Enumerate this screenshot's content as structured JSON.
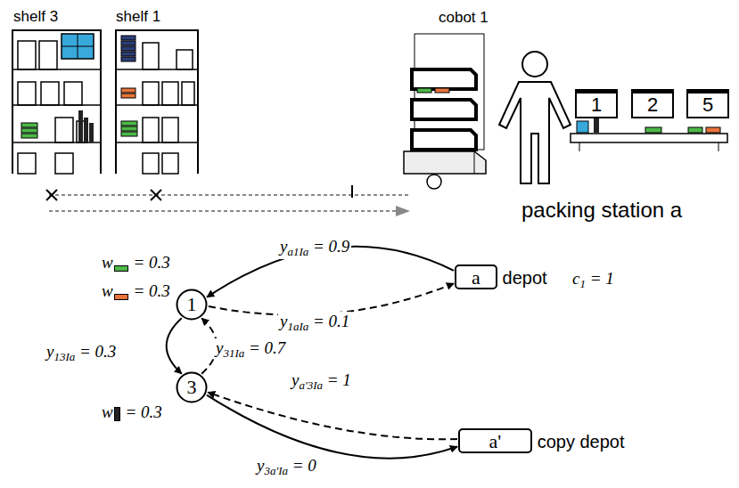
{
  "diagram": {
    "nodes": [
      {
        "text": [
          "1"
        ]
      },
      {
        "text": [
          "2"
        ]
      },
      {
        "text": [
          "5"
        ]
      },
      {
        "text": [
          "1"
        ]
      },
      {
        "text": [
          "a",
          "depot"
        ]
      },
      {
        "text": [
          "3"
        ]
      },
      {
        "text": [
          "a'",
          "copy depot"
        ]
      }
    ],
    "edges": [
      {
        "from": 4,
        "to": 3,
        "arrow": "to",
        "label": "ya1Ia = 0.9"
      },
      {
        "from": 3,
        "to": 4,
        "arrow": "to",
        "label": "y1aIa = 0.1"
      },
      {
        "from": 3,
        "to": 5,
        "arrow": "to",
        "label": "y13Ia = 0.3"
      },
      {
        "from": 5,
        "to": 3,
        "arrow": "to",
        "label": "y31Ia = 0.7"
      },
      {
        "from": 6,
        "to": 5,
        "arrow": "to",
        "label": "ya'3Ia = 1"
      },
      {
        "from": 5,
        "to": 6,
        "arrow": "to",
        "label": "y3a'Ia = 0"
      }
    ],
    "labels": [
      "shelf 3",
      "shelf 1",
      "cobot 1",
      "packing station a",
      "w = 0.3",
      "w = 0.3",
      "w = 0.3",
      "c1 = 1"
    ]
  }
}
